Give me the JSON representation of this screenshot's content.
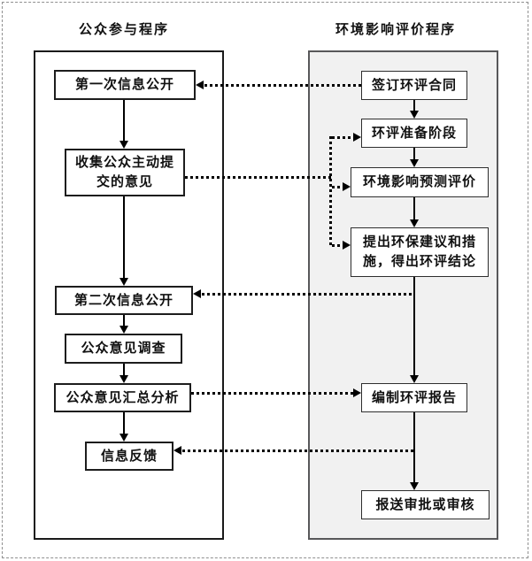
{
  "left_column": {
    "title": "公众参与程序",
    "boxes": [
      {
        "label": "第一次信息公开"
      },
      {
        "label": "收集公众主动提\n交的意见"
      },
      {
        "label": "第二次信息公开"
      },
      {
        "label": "公众意见调查"
      },
      {
        "label": "公众意见汇总分析"
      },
      {
        "label": "信息反馈"
      }
    ]
  },
  "right_column": {
    "title": "环境影响评价程序",
    "boxes": [
      {
        "label": "签订环评合同"
      },
      {
        "label": "环评准备阶段"
      },
      {
        "label": "环境影响预测评价"
      },
      {
        "label": "提出环保建议和措\n施，得出环评结论"
      },
      {
        "label": "编制环评报告"
      },
      {
        "label": "报送审批或审核"
      }
    ]
  },
  "colors": {
    "line": "#000000",
    "left_panel_border": "#1a1a1a",
    "right_panel_border": "#58585a",
    "right_panel_bg": "#f1f1f1",
    "page_border": "#909090",
    "text": "#111111"
  }
}
